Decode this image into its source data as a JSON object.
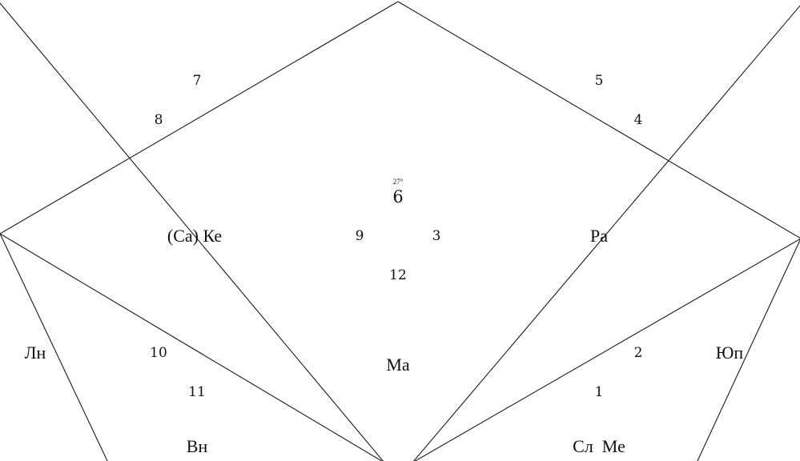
{
  "chart": {
    "houses": [
      {
        "number": "1",
        "degree": "",
        "planets": "Сл  Ме"
      },
      {
        "number": "2",
        "degree": "",
        "planets": "Юп"
      },
      {
        "number": "3",
        "degree": "",
        "planets": "Ра"
      },
      {
        "number": "4",
        "degree": "",
        "planets": ""
      },
      {
        "number": "5",
        "degree": "",
        "planets": ""
      },
      {
        "number": "6",
        "degree": "27°",
        "planets": ""
      },
      {
        "number": "7",
        "degree": "",
        "planets": ""
      },
      {
        "number": "8",
        "degree": "",
        "planets": ""
      },
      {
        "number": "9",
        "degree": "",
        "planets": "(Са) Ке"
      },
      {
        "number": "10",
        "degree": "",
        "planets": "Лн"
      },
      {
        "number": "11",
        "degree": "",
        "planets": "Вн"
      },
      {
        "number": "12",
        "degree": "",
        "planets": "Ма"
      }
    ]
  }
}
